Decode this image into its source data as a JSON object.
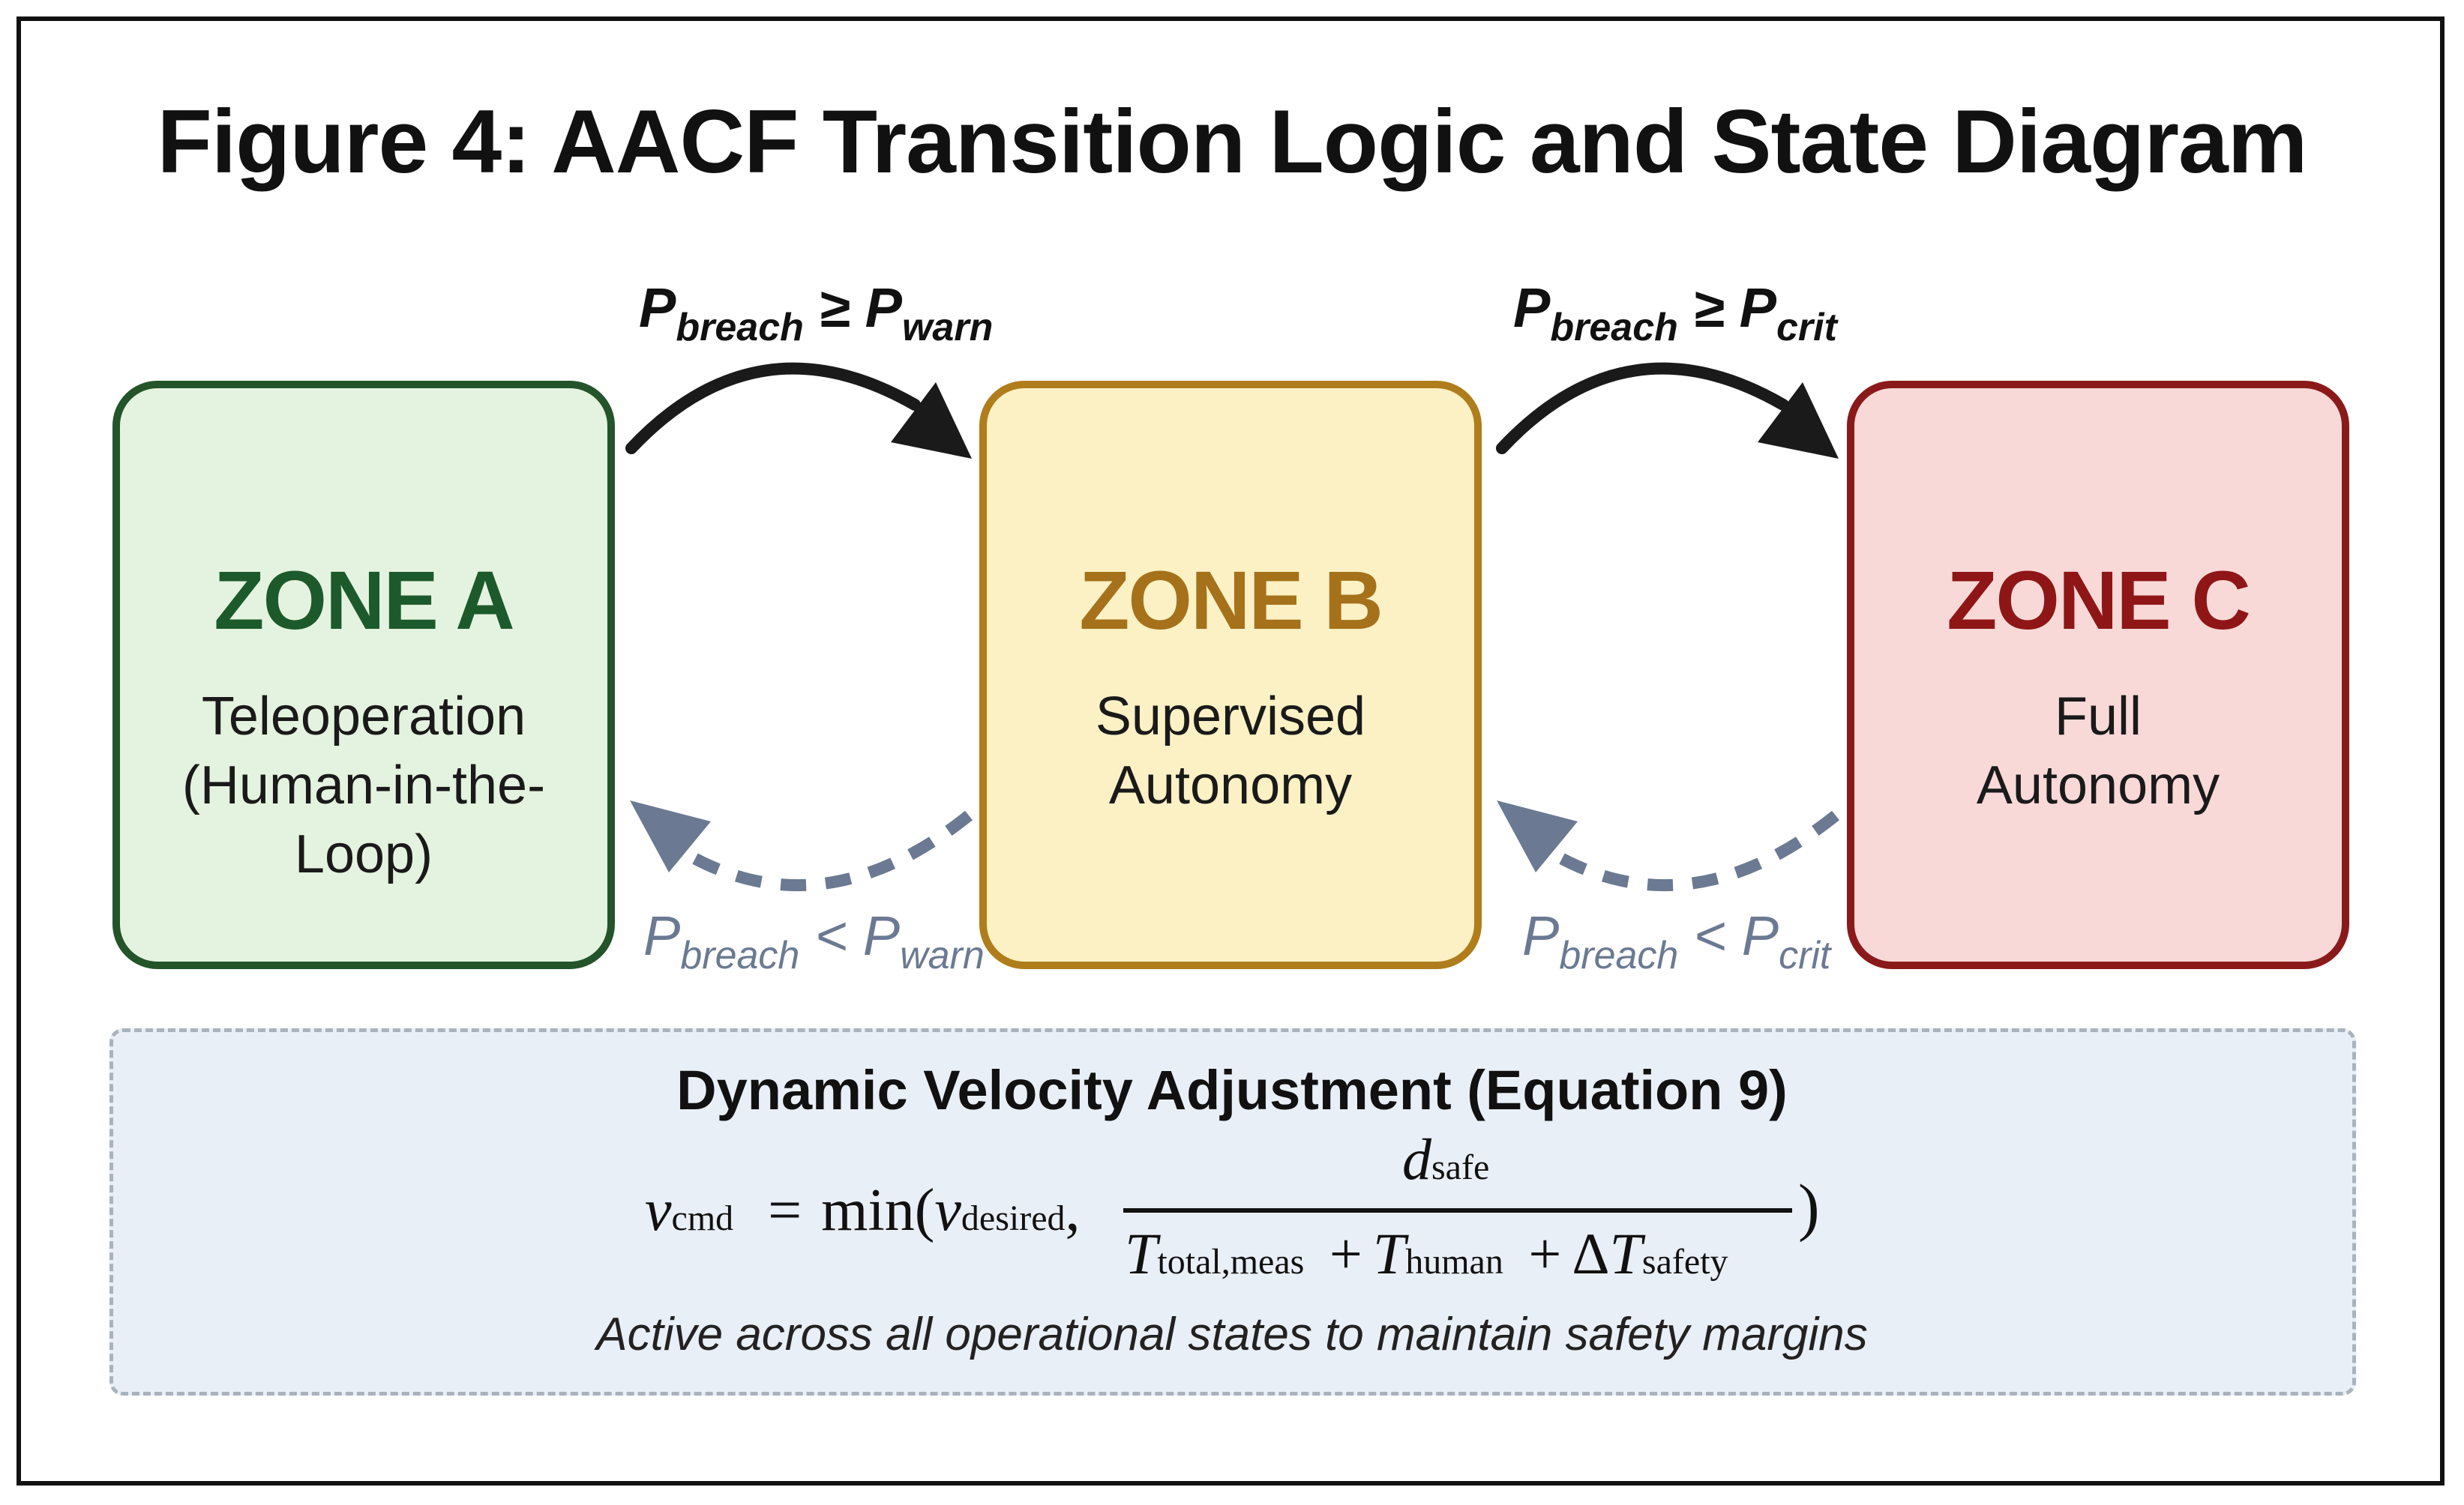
{
  "title": "Figure 4: AACF Transition Logic and State Diagram",
  "zones": [
    {
      "title": "ZONE A",
      "description": "Teleoperation\n(Human-in-the-\nLoop)",
      "fill": "#e4f3df",
      "border": "#24542a",
      "text_color": "#1d5a2b"
    },
    {
      "title": "ZONE B",
      "description": "Supervised\nAutonomy",
      "fill": "#fbf1c4",
      "border": "#b07d1c",
      "text_color": "#a5711a"
    },
    {
      "title": "ZONE C",
      "description": "Full\nAutonomy",
      "fill": "#f9d9d8",
      "border": "#8a1a1a",
      "text_color": "#8f1616"
    }
  ],
  "transitions": {
    "a_to_b": {
      "p": "P",
      "sub1": "breach",
      "op": " ≥ ",
      "p2": "P",
      "sub2": "warn",
      "color": "#111111"
    },
    "b_to_c": {
      "p": "P",
      "sub1": "breach",
      "op": " ≥ ",
      "p2": "P",
      "sub2": "crit",
      "color": "#111111"
    },
    "b_to_a": {
      "p": "P",
      "sub1": "breach",
      "op": " < ",
      "p2": "P",
      "sub2": "warn",
      "color": "#6b7a92"
    },
    "c_to_b": {
      "p": "P",
      "sub1": "breach",
      "op": " < ",
      "p2": "P",
      "sub2": "crit",
      "color": "#6b7a92"
    }
  },
  "equation": {
    "title": "Dynamic Velocity Adjustment (Equation 9)",
    "lhs": "v",
    "lhs_sub": "cmd",
    "eq": "=",
    "func": "min(",
    "arg1": "v",
    "arg1_sub": "desired",
    "comma": ",",
    "numerator": "d",
    "numerator_sub": "safe",
    "denominator_t1": "T",
    "denominator_t1_sub": "total,meas",
    "plus1": "+",
    "denominator_t2": "T",
    "denominator_t2_sub": "human",
    "plus2": "+",
    "delta": "Δ",
    "denominator_t3": "T",
    "denominator_t3_sub": "safety",
    "close": ")",
    "note": "Active across all operational states to maintain safety margins",
    "box_fill": "#e9eff7",
    "box_border": "#a9b3be"
  }
}
